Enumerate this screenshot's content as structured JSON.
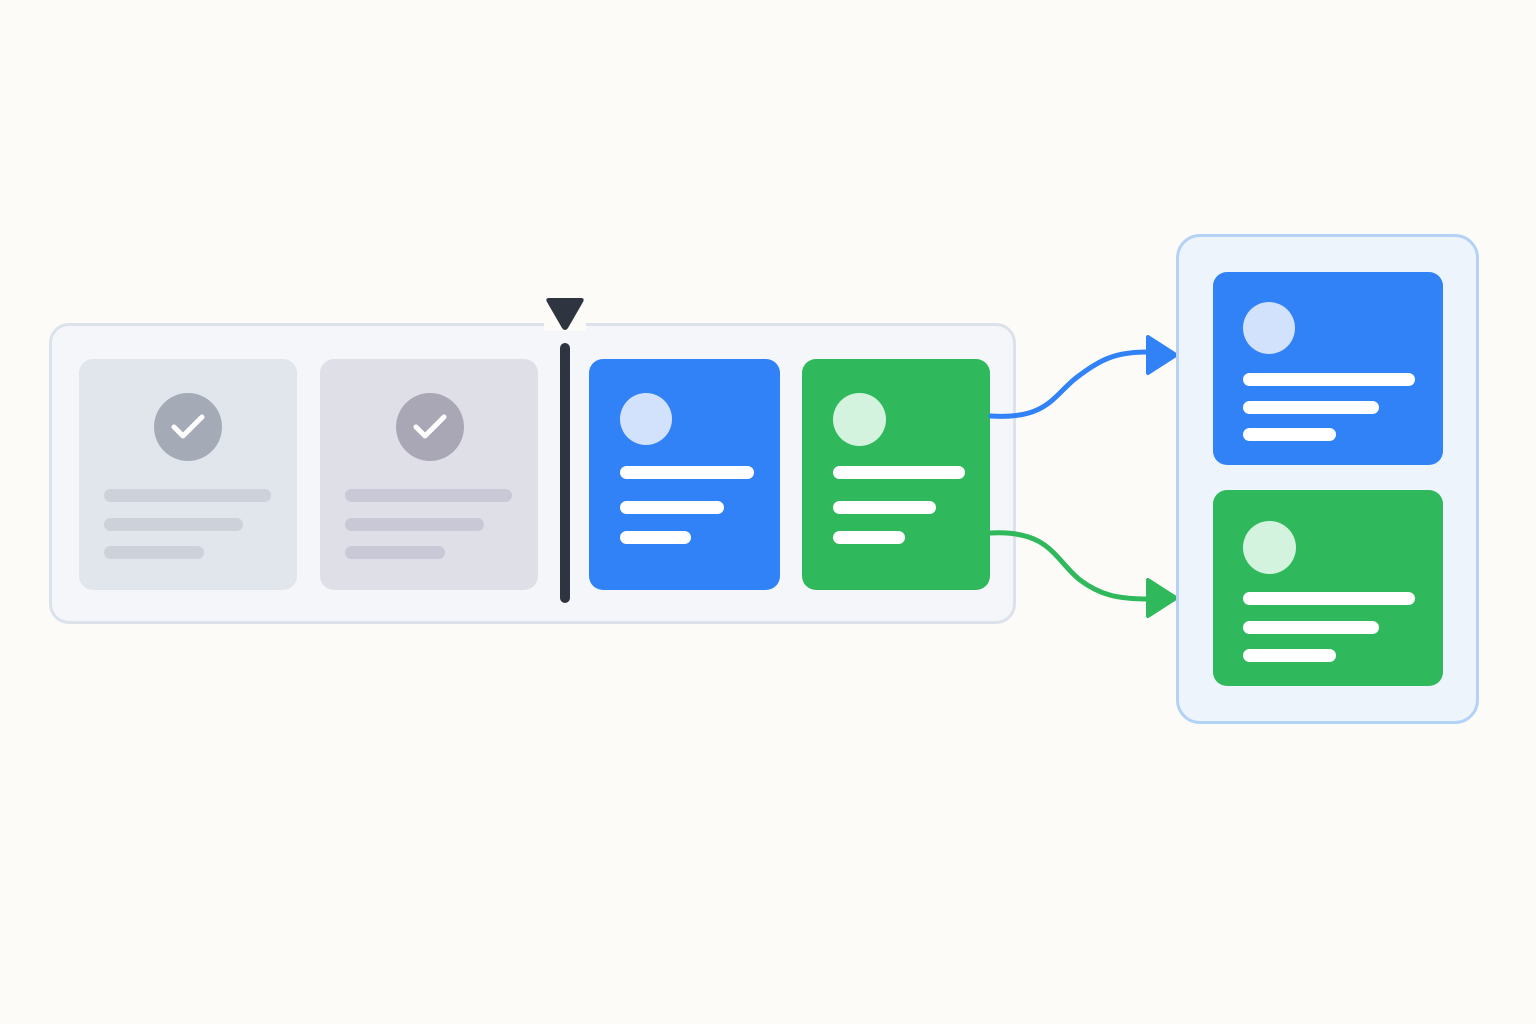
{
  "colors": {
    "background": "#fcfbf8",
    "track_border": "#dbe2ec",
    "completed_card_1": "#e1e5ec",
    "completed_card_2": "#dfdfe8",
    "blue_accent": "#3182f6",
    "green_accent": "#2fb85c",
    "playhead": "#2f3540",
    "panel_border": "#b4d2f6",
    "avatar_blue": "#d2e2fc",
    "avatar_green": "#d4f3df"
  },
  "icons": {
    "checkmark": "check-icon",
    "playhead_marker": "triangle-down-icon",
    "avatar": "avatar-circle-icon"
  },
  "track": {
    "completed_items": [
      {
        "state": "completed",
        "icon": "check-icon"
      },
      {
        "state": "completed",
        "icon": "check-icon"
      }
    ],
    "pending_items": [
      {
        "color": "blue"
      },
      {
        "color": "green"
      }
    ]
  },
  "destination": {
    "items": [
      {
        "color": "blue"
      },
      {
        "color": "green"
      }
    ]
  }
}
